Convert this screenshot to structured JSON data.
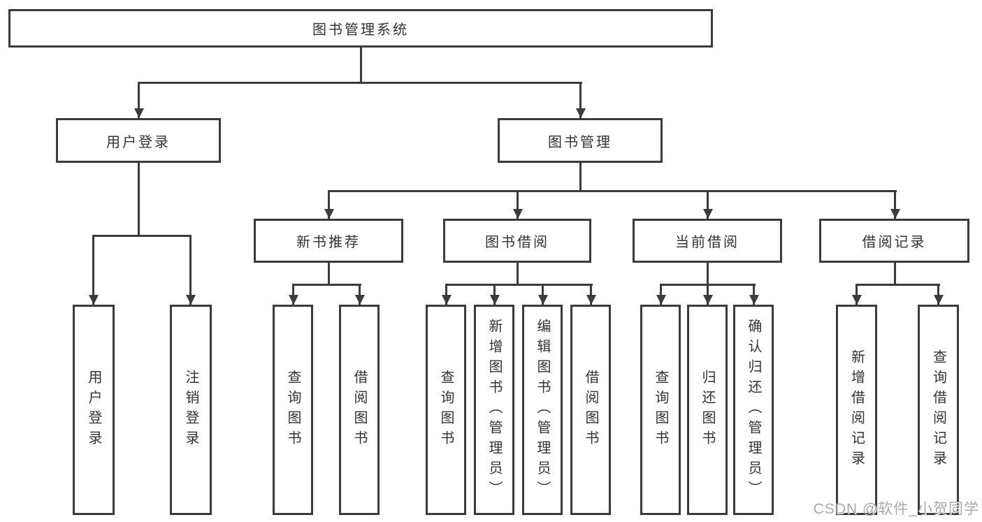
{
  "diagram_title": "图书管理系统",
  "colors": {
    "line": "#3b3b3b",
    "box_border": "#3b3b3b",
    "text": "#333333",
    "background": "#ffffff",
    "watermark_text": "#a9a9a9"
  },
  "hierarchy": {
    "label": "图书管理系统",
    "children": [
      {
        "label": "用户登录",
        "children": [
          {
            "label": "用户登录"
          },
          {
            "label": "注销登录"
          }
        ]
      },
      {
        "label": "图书管理",
        "children": [
          {
            "label": "新书推荐",
            "children": [
              {
                "label": "查询图书"
              },
              {
                "label": "借阅图书"
              }
            ]
          },
          {
            "label": "图书借阅",
            "children": [
              {
                "label": "查询图书"
              },
              {
                "label": "新增图书（管理员）"
              },
              {
                "label": "编辑图书（管理员）"
              },
              {
                "label": "借阅图书"
              }
            ]
          },
          {
            "label": "当前借阅",
            "children": [
              {
                "label": "查询图书"
              },
              {
                "label": "归还图书"
              },
              {
                "label": "确认归还（管理员）"
              }
            ]
          },
          {
            "label": "借阅记录",
            "children": [
              {
                "label": "新增借阅记录"
              },
              {
                "label": "查询借阅记录"
              }
            ]
          }
        ]
      }
    ]
  },
  "watermark": {
    "text": "CSDN @软件_小贺同学"
  }
}
